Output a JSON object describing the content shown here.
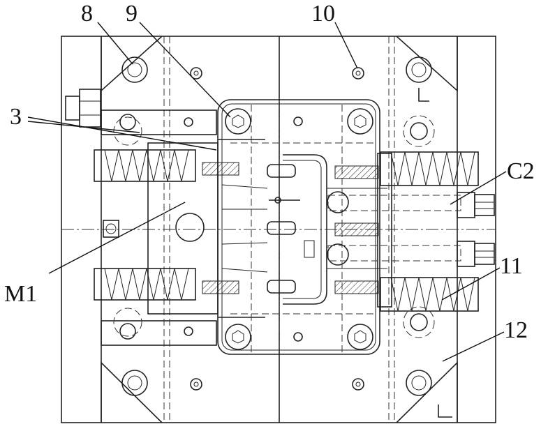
{
  "labels": {
    "l8": "8",
    "l9": "9",
    "l10": "10",
    "l3": "3",
    "lC2": "C2",
    "lM1": "M1",
    "l11": "11",
    "l12": "12"
  }
}
